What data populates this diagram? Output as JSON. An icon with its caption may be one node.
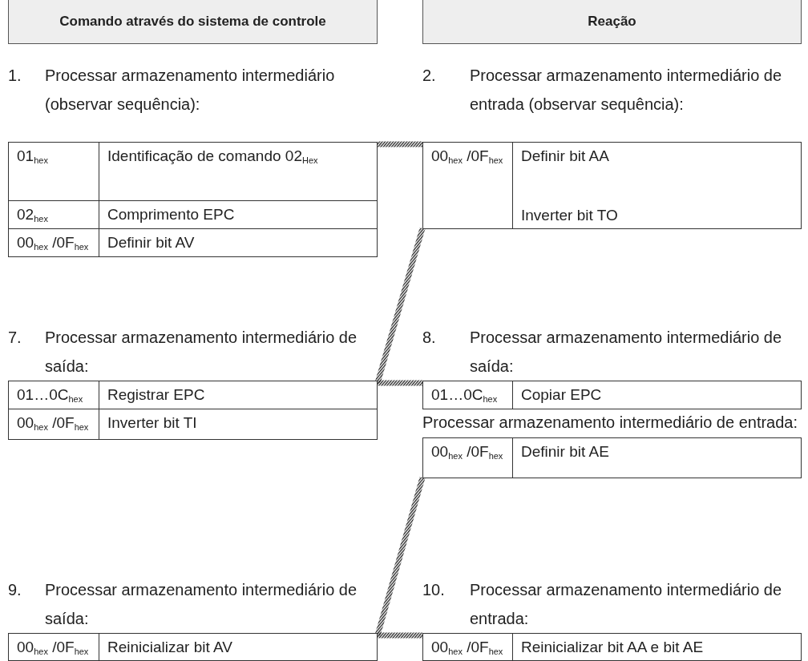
{
  "diagram": {
    "nodes": [
      {
        "text": [
          "Comando através do sistema de controle"
        ]
      },
      {
        "text": [
          "Reação"
        ]
      },
      {
        "text": [
          "1.",
          "Processar armazenamento intermediário (observar sequência):"
        ]
      },
      {
        "text": [
          "01$_{hex}$"
        ],
        "in": 2
      },
      {
        "text": [
          "Identificação de comando 02$_{Hex}$"
        ],
        "in": 2
      },
      {
        "text": [
          "02$_{hex}$"
        ],
        "in": 2
      },
      {
        "text": [
          "Comprimento EPC"
        ],
        "in": 2
      },
      {
        "text": [
          "00$_{hex}$ /0F$_{hex}$"
        ],
        "in": 2
      },
      {
        "text": [
          "Definir bit AV"
        ],
        "in": 2
      },
      {
        "text": [
          "2.",
          "Processar armazenamento intermediário de entrada (observar sequência):"
        ]
      },
      {
        "text": [
          "00$_{hex}$ /0F$_{hex}$"
        ],
        "in": 9
      },
      {
        "text": [
          "Definir bit AA",
          "Inverter bit TO"
        ],
        "in": 9
      },
      {
        "text": [
          "7.",
          "Processar armazenamento intermediário de saída:"
        ]
      },
      {
        "text": [
          "01…0C$_{hex}$"
        ],
        "in": 12
      },
      {
        "text": [
          "Registrar EPC"
        ],
        "in": 12
      },
      {
        "text": [
          "00$_{hex}$ /0F$_{hex}$"
        ],
        "in": 12
      },
      {
        "text": [
          "Inverter bit TI"
        ],
        "in": 12
      },
      {
        "text": [
          "8.",
          "Processar armazenamento intermediário de saída:",
          "Processar armazenamento intermediário de entrada:"
        ]
      },
      {
        "text": [
          "01…0C$_{hex}$"
        ],
        "in": 17
      },
      {
        "text": [
          "Copiar EPC"
        ],
        "in": 17
      },
      {
        "text": [
          "00$_{hex}$ /0F$_{hex}$"
        ],
        "in": 17
      },
      {
        "text": [
          "Definir bit AE"
        ],
        "in": 17
      },
      {
        "text": [
          "9.",
          "Processar armazenamento intermediário de saída:"
        ]
      },
      {
        "text": [
          "00$_{hex}$ /0F$_{hex}$"
        ],
        "in": 22
      },
      {
        "text": [
          "Reinicializar bit AV"
        ],
        "in": 22
      },
      {
        "text": [
          "10.",
          "Processar armazenamento intermediário de entrada:"
        ]
      },
      {
        "text": [
          "00$_{hex}$ /0F$_{hex}$"
        ],
        "in": 25
      },
      {
        "text": [
          "Reinicializar bit AA e bit AE"
        ],
        "in": 25
      }
    ],
    "edges": [
      {
        "from": 2,
        "to": 9,
        "arrow": "none",
        "style": "thick"
      },
      {
        "from": 9,
        "to": 12,
        "arrow": "none",
        "style": "thick"
      },
      {
        "from": 12,
        "to": 17,
        "arrow": "none",
        "style": "thick"
      },
      {
        "from": 17,
        "to": 22,
        "arrow": "none",
        "style": "thick"
      },
      {
        "from": 22,
        "to": 25,
        "arrow": "none",
        "style": "thick"
      }
    ]
  }
}
